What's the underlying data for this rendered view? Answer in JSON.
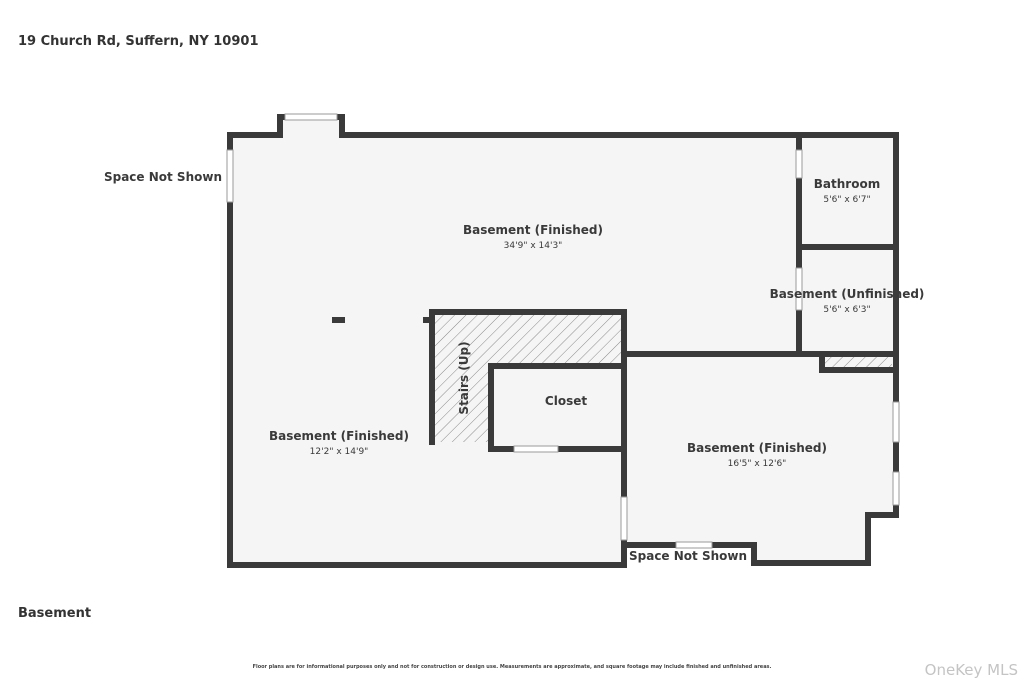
{
  "header": {
    "address": "19 Church Rd, Suffern, NY 10901"
  },
  "plan": {
    "level_label": "Basement",
    "rooms": {
      "basement_main": {
        "name": "Basement (Finished)",
        "dims": "34'9\" x 14'3\""
      },
      "basement_left": {
        "name": "Basement (Finished)",
        "dims": "12'2\" x 14'9\""
      },
      "basement_right": {
        "name": "Basement (Finished)",
        "dims": "16'5\" x 12'6\""
      },
      "bathroom": {
        "name": "Bathroom",
        "dims": "5'6\" x 6'7\""
      },
      "basement_unfinished": {
        "name": "Basement (Unfinished)",
        "dims": "5'6\" x 6'3\""
      },
      "stairs": {
        "name": "Stairs (Up)"
      },
      "closet": {
        "name": "Closet"
      }
    },
    "space_not_shown_left": "Space Not Shown",
    "space_not_shown_bottom": "Space Not Shown"
  },
  "footer": {
    "disclaimer": "Floor plans are for informational purposes only and not for construction or design use. Measurements are approximate, and square footage may include finished and unfinished areas.",
    "watermark": "OneKey MLS"
  },
  "colors": {
    "wall": "#3a3a3a",
    "floor": "#f5f5f5",
    "hatch": "#8a8a8a"
  }
}
